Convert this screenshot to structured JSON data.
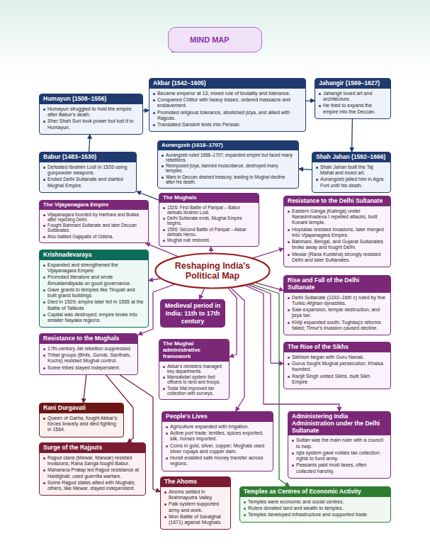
{
  "diagram": {
    "nodes": [
      {
        "text": [
          "MIND MAP"
        ]
      },
      {
        "text": [
          "Humayun (1508–1556)",
          "Humayun struggled to hold the empire after Babur's death.",
          "Sher Shah Suri took power but lost it to Humayun."
        ]
      },
      {
        "text": [
          "Akbar (1542–1605)",
          "Became emperor at 13; mixed rule of brutality and tolerance.",
          "Conquered Chittor with heavy losses; ordered massacre and enslavement.",
          "Promoted religious tolerance, abolished jizya, and allied with Rajputs.",
          "Translated Sanskrit texts into Persian."
        ]
      },
      {
        "text": [
          "Jahangir (1569–1627)",
          "Jahangir loved art and architecture.",
          "He tried to expand the empire into the Deccan."
        ]
      },
      {
        "text": [
          "Babur (1483–1530)",
          "Defeated Ibrahim Lodi in 1526 using gunpowder weapons.",
          "Ended Delhi Sultanate and started Mughal Empire."
        ]
      },
      {
        "text": [
          "Aurangzeb (1618–1707)",
          "Aurangzeb ruled 1658–1707; expanded empire but faced many rebellions.",
          "Reimposed jizya, banned music/dance, destroyed many temples.",
          "Wars in Deccan drained treasury, leading to Mughal decline after his death."
        ]
      },
      {
        "text": [
          "Shah Jahan (1592–1666)",
          "Shah Jahan built the Taj Mahal and loved art.",
          "Aurangzeb jailed him in Agra Fort until his death."
        ]
      },
      {
        "text": [
          "The Vijayanagara Empire",
          "Vijayanagara founded by Harihara and Bukka after rejecting Delhi.",
          "Fought Bahmani Sultanate and later Deccan Sultanates.",
          "Also battled Gajapatis of Odisha."
        ]
      },
      {
        "text": [
          "The Mughals",
          "1526: First Battle of Panipat – Babur defeats Ibrahim Lodi.",
          "Delhi Sultanate ends, Mughal Empire begins.",
          "1556: Second Battle of Panipat – Akbar defeats Hemu.",
          "Mughal rule restored."
        ]
      },
      {
        "text": [
          "Resistance to the Delhi Sultanate",
          "Eastern Ganga (Kalinga) under Narasimhadeva I repelled attacks, built Konark temple.",
          "Hoysalas resisted invasions, later merged into Vijayanagara Empire.",
          "Bahmani, Bengal, and Gujarat Sultanates broke away and fought Delhi.",
          "Mewar (Rana Kumbha) strongly resisted Delhi and later Sultanates."
        ]
      },
      {
        "text": [
          "Krishnadevaraya",
          "Expanded and strengthened the Vijayanagara Empire.",
          "Promoted literature and wrote Āmuktamālyada on good governance.",
          "Gave grants to temples like Tirupati and built grand buildings",
          "Died in 1529; empire later fell in 1565 at the Battle of Talikota",
          "Capital was destroyed; empire broke into smaller Nayaka regions."
        ]
      },
      {
        "text": [
          "Reshaping India's Political Map"
        ]
      },
      {
        "text": [
          "Rise and Fall of the Delhi Sultanate",
          "Delhi Sultanate (1192–16th c) ruled by five Turkic-Afghan dynasties.",
          "Saw expansion, temple destruction, and jizya tax.",
          "Khilji expanded south; Tughlaq's reforms failed; Timur's invasion caused decline."
        ]
      },
      {
        "text": [
          "Medieval period in India: 11th to 17th century"
        ]
      },
      {
        "text": [
          "The Mughal administrative framework",
          "Akbar's ministers managed key departments.",
          "Mansabdari system tied officers to land and troops.",
          "Todar Mal improved tax collection with surveys."
        ]
      },
      {
        "text": [
          "Resistance to the Mughals",
          "17th-century Jat rebellion suppressed.",
          "Tribal groups (Bhils, Gonds, Santhals, Kochs) resisted Mughal control.",
          "Some tribes stayed independent."
        ]
      },
      {
        "text": [
          "The Rise of the Sikhs",
          "Sikhism began with Guru Nanak.",
          "Gurus fought Mughal persecution; Khalsa founded.",
          "Ranjit Singh united Sikhs, built Sikh Empire"
        ]
      },
      {
        "text": [
          "People's Lives",
          "Agriculture expanded with irrigation.",
          "Active port trade: textiles, spices exported; silk, horses imported.",
          "Coins in gold, silver, copper; Mughals used silver rupaya and copper dam.",
          "Hundi enabled safe money transfer across regions."
        ]
      },
      {
        "text": [
          "Administering India Administration under the Delhi Sultanate",
          "Sultan was the main ruler with a council to help.",
          "Iqta system gave nobles tax collection rights to fund army.",
          "Peasants paid most taxes, often collected harshly."
        ]
      },
      {
        "text": [
          "Rani Durgavati",
          "Queen of Garha, fought Akbar's forces bravely and died fighting in 1564."
        ]
      },
      {
        "text": [
          "Surge of the Rajputs",
          "Rajput clans (Mewar, Marwar) resisted invasions; Rana Sanga fought Babur.",
          "Maharana Pratap led Rajput resistance at Haldighati; used guerrilla warfare.",
          "Some Rajput states allied with Mughals; others, like Mewar, stayed independent."
        ]
      },
      {
        "text": [
          "The Ahoms",
          "Ahoms settled in Brahmaputra Valley.",
          "Paik system supported army and work.",
          "Won Battle of Saraighat (1671) against Mughals."
        ]
      },
      {
        "text": [
          "Temples as Centres of Economic Activity",
          "Temples were economic and social centres.",
          "Rulers donated land and wealth to temples.",
          "Temples developed infrastructure and supported trade."
        ]
      }
    ],
    "edges": [
      {
        "from": 11,
        "to": 8,
        "arrow": "to"
      },
      {
        "from": 8,
        "to": 4,
        "arrow": "to"
      },
      {
        "from": 4,
        "to": 1,
        "arrow": "to"
      },
      {
        "from": 1,
        "to": 2,
        "arrow": "to"
      },
      {
        "from": 2,
        "to": 3,
        "arrow": "to"
      },
      {
        "from": 3,
        "to": 6,
        "arrow": "to"
      },
      {
        "from": 6,
        "to": 5,
        "arrow": "to"
      },
      {
        "from": 11,
        "to": 7,
        "arrow": "to"
      },
      {
        "from": 11,
        "to": 10,
        "arrow": "to"
      },
      {
        "from": 11,
        "to": 9,
        "arrow": "to"
      },
      {
        "from": 11,
        "to": 12,
        "arrow": "to"
      },
      {
        "from": 11,
        "to": 13,
        "arrow": "to"
      },
      {
        "from": 11,
        "to": 14,
        "arrow": "to"
      },
      {
        "from": 11,
        "to": 15,
        "arrow": "to"
      },
      {
        "from": 11,
        "to": 16,
        "arrow": "to"
      },
      {
        "from": 11,
        "to": 17,
        "arrow": "to"
      },
      {
        "from": 11,
        "to": 18,
        "arrow": "to"
      },
      {
        "from": 11,
        "to": 22,
        "arrow": "to"
      },
      {
        "from": 15,
        "to": 19,
        "arrow": "to"
      },
      {
        "from": 15,
        "to": 20,
        "arrow": "to"
      },
      {
        "from": 15,
        "to": 21,
        "arrow": "to"
      }
    ]
  }
}
